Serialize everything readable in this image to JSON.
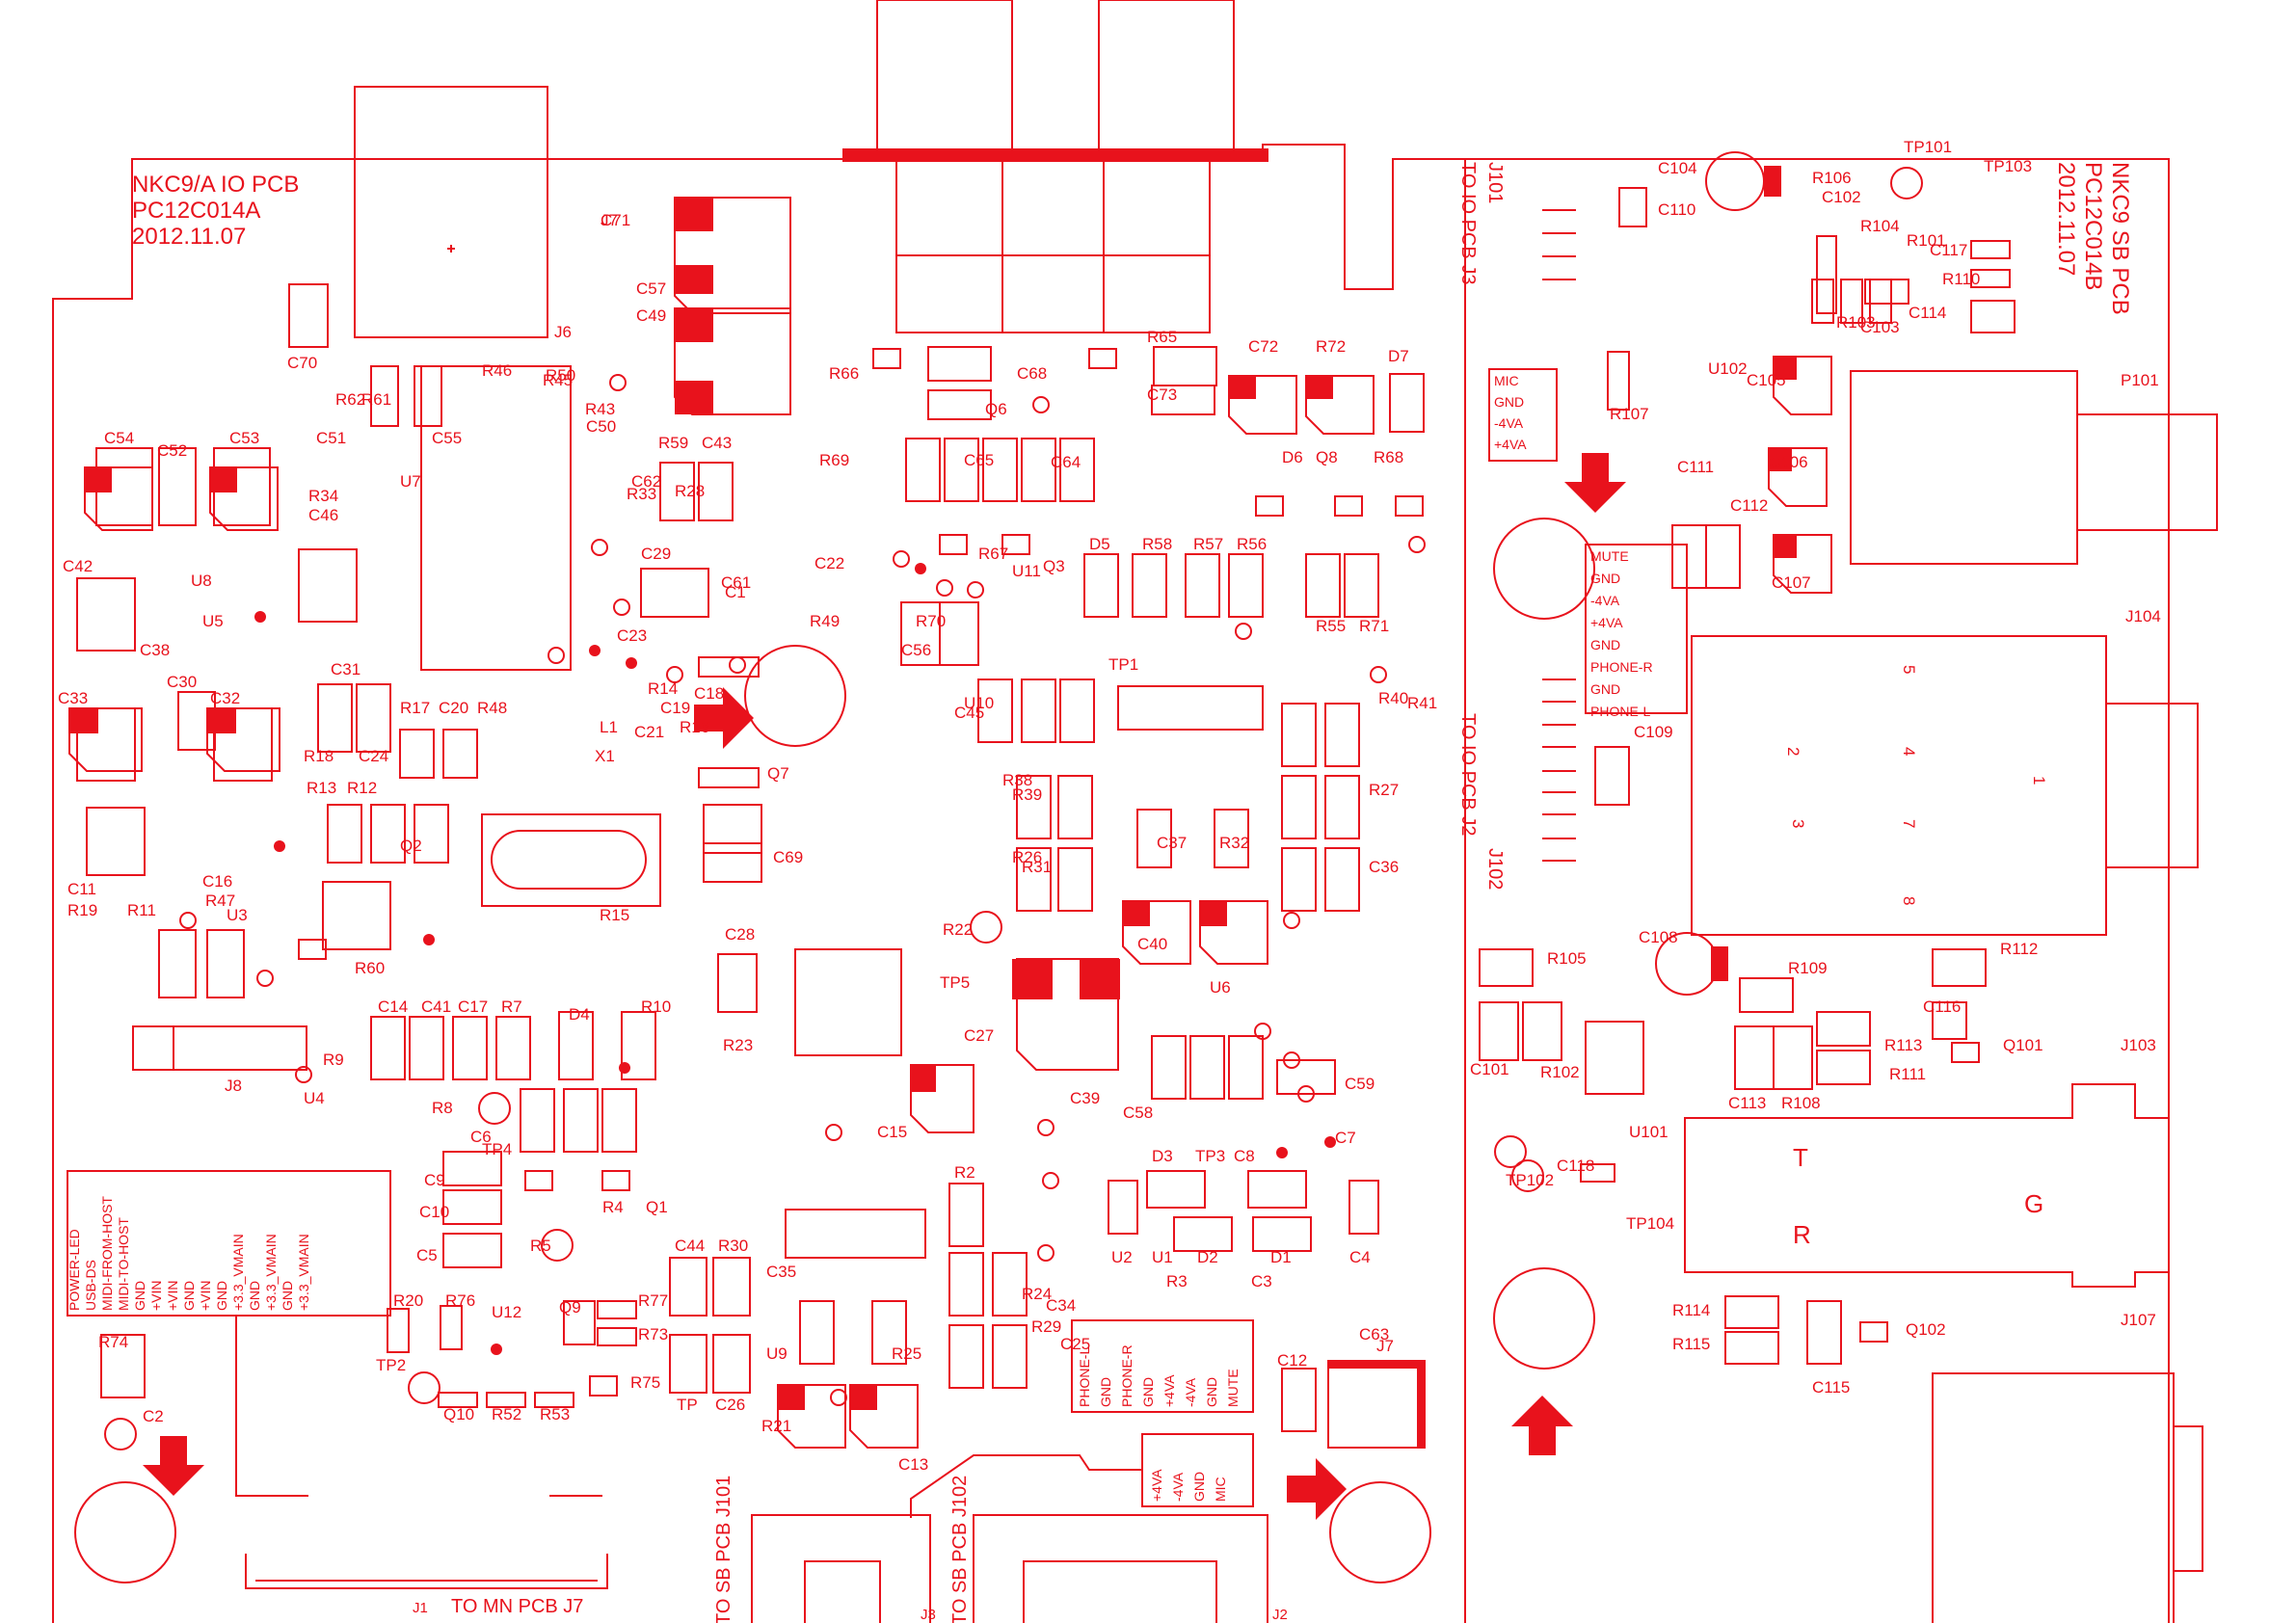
{
  "colors": {
    "ink": "#e8121c",
    "background": "#ffffff"
  },
  "io_board": {
    "title_lines": [
      "NKC9/A IO PCB",
      "PC12C014A",
      "2012.11.07"
    ],
    "connector_labels": {
      "j1_caption": "J1",
      "to_mn": "TO MN PCB J7",
      "to_sb_j101": "TO SB PCB J101",
      "to_sb_j102": "TO SB PCB J102",
      "j3": "J3",
      "j2": "J2",
      "j7": "J7",
      "j8": "J8",
      "j6": "J6"
    },
    "j1_pins": [
      "POWER-LED",
      "USB-DS",
      "MIDI-FROM-HOST",
      "MIDI-TO-HOST",
      "GND",
      "+VIN",
      "+VIN",
      "GND",
      "+VIN",
      "GND",
      "+3.3_VMAIN",
      "GND",
      "+3.3_VMAIN",
      "GND",
      "+3.3_VMAIN"
    ],
    "phone_block": [
      "PHONE-L",
      "GND",
      "PHONE-R",
      "GND",
      "+4VA",
      "-4VA",
      "GND",
      "MUTE"
    ],
    "mic_block": [
      "+4VA",
      "-4VA",
      "GND",
      "MIC"
    ],
    "components": [
      "C71",
      "C57",
      "C49",
      "C70",
      "R50",
      "R46",
      "R45",
      "R43",
      "C50",
      "R62",
      "R61",
      "C55",
      "C51",
      "U7",
      "C54",
      "C52",
      "C53",
      "C46",
      "R34",
      "C42",
      "U8",
      "C38",
      "C31",
      "C33",
      "C30",
      "C32",
      "C24",
      "U5",
      "C16",
      "C11",
      "R19",
      "R18",
      "R17",
      "C20",
      "R48",
      "R13",
      "R12",
      "Q2",
      "R11",
      "R47",
      "U3",
      "R60",
      "R59",
      "C43",
      "C62",
      "R33",
      "C61",
      "C1",
      "R28",
      "C29",
      "C22",
      "C23",
      "R14",
      "C18",
      "C19",
      "R16",
      "X1",
      "L1",
      "C21",
      "R15",
      "Q7",
      "C69",
      "R66",
      "C68",
      "Q6",
      "R65",
      "C73",
      "C72",
      "R72",
      "D7",
      "D6",
      "Q8",
      "R68",
      "C65",
      "R69",
      "C64",
      "R67",
      "U11",
      "Q3",
      "D5",
      "R58",
      "R57",
      "R56",
      "R55",
      "R71",
      "R70",
      "C56",
      "R49",
      "TP1",
      "U10",
      "C45",
      "R40",
      "R41",
      "R38",
      "R39",
      "C37",
      "R32",
      "R27",
      "R26",
      "R31",
      "C36",
      "C28",
      "R23",
      "R22",
      "C27",
      "C40",
      "U6",
      "TP5",
      "C39",
      "C15",
      "C14",
      "C41",
      "C17",
      "R7",
      "D4",
      "R10",
      "R9",
      "U4",
      "R8",
      "C6",
      "TP4",
      "C9",
      "C10",
      "C5",
      "R5",
      "R4",
      "Q1",
      "D3",
      "TP3",
      "C8",
      "C59",
      "C58",
      "C7",
      "U2",
      "U1",
      "D2",
      "D1",
      "C4",
      "R3",
      "C3",
      "R2",
      "C44",
      "R30",
      "C35",
      "U9",
      "R25",
      "R24",
      "R29",
      "C34",
      "C25",
      "R20",
      "R76",
      "U12",
      "Q9",
      "R77",
      "R73",
      "R75",
      "Q10",
      "R52",
      "R53",
      "R74",
      "C2",
      "TP2",
      "TP",
      "C26",
      "R21",
      "C13",
      "C12",
      "C63",
      "J7"
    ]
  },
  "sb_board": {
    "title_lines": [
      "NKC9 SB PCB",
      "PC12C014B",
      "2012.11.07"
    ],
    "j101_label": "J101",
    "j101_to": "TO IO PCB J3",
    "j102_label": "J102",
    "j102_to": "TO IO PCB J2",
    "mic_block": [
      "MIC",
      "GND",
      "-4VA",
      "+4VA"
    ],
    "mute_block": [
      "MUTE",
      "GND",
      "-4VA",
      "+4VA",
      "GND",
      "PHONE-R",
      "GND",
      "PHONE-L"
    ],
    "j104_pins": [
      "5",
      "4",
      "1",
      "2",
      "3",
      "7",
      "8"
    ],
    "j103_letters": [
      "T",
      "G",
      "R"
    ],
    "components": [
      "C104",
      "C110",
      "R106",
      "C102",
      "TP101",
      "TP103",
      "R104",
      "R101",
      "C117",
      "R110",
      "C114",
      "R103",
      "C103",
      "U102",
      "C105",
      "P101",
      "R107",
      "C106",
      "C111",
      "C112",
      "C107",
      "C109",
      "J104",
      "C108",
      "R105",
      "R109",
      "R112",
      "C116",
      "Q101",
      "R113",
      "R111",
      "C101",
      "R102",
      "U101",
      "C113",
      "R108",
      "J103",
      "TP102",
      "C118",
      "TP104",
      "R114",
      "R115",
      "Q102",
      "C115",
      "J107"
    ]
  }
}
